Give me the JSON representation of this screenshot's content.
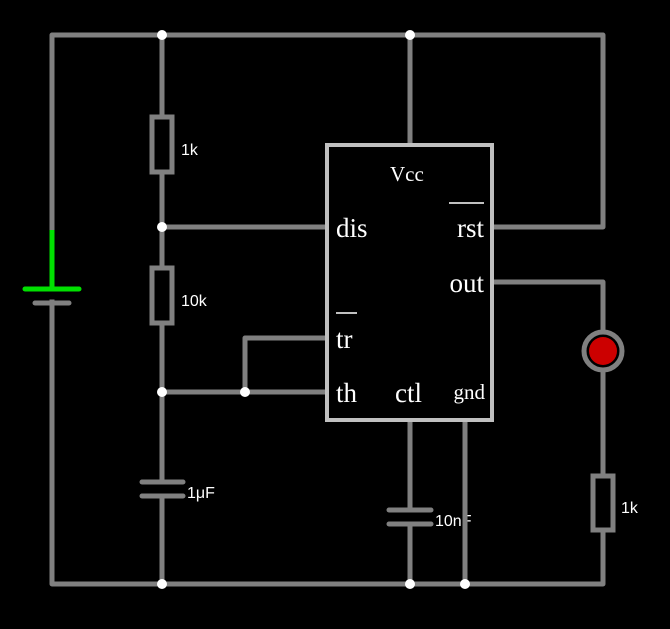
{
  "circuit": {
    "title": "555 timer astable LED blinker",
    "battery": {
      "name": "battery",
      "active_terminal_color": "#00e000"
    },
    "resistors": [
      {
        "id": "R1",
        "label": "1k"
      },
      {
        "id": "R2",
        "label": "10k"
      },
      {
        "id": "R3",
        "label": "1k"
      }
    ],
    "capacitors": [
      {
        "id": "C1",
        "label": "1μF"
      },
      {
        "id": "C2",
        "label": "10nF"
      }
    ],
    "led": {
      "id": "LED1",
      "color": "#cc0000"
    },
    "chip": {
      "name": "555 timer",
      "pins": {
        "vcc": "Vcc",
        "dis": "dis",
        "rst": "rst",
        "out": "out",
        "tr": "tr",
        "th": "th",
        "ctl": "ctl",
        "gnd": "gnd"
      }
    },
    "wire_color": "#808080",
    "chip_outline_color": "#c0c0c0"
  }
}
